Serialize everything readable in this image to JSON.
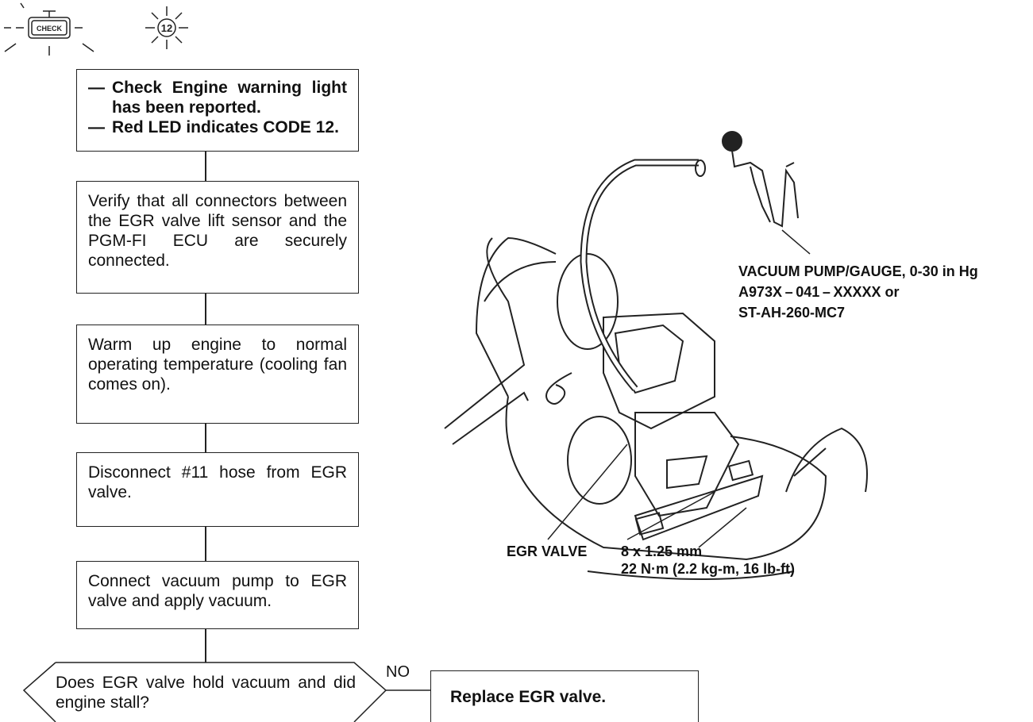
{
  "header": {
    "check_icon_text": "CHECK",
    "code_badge": "12"
  },
  "flow": {
    "step1": {
      "line1": "Check Engine warning light has been reported.",
      "line2": "Red LED indicates CODE 12."
    },
    "step2": "Verify that all connectors between the EGR valve lift sensor and the PGM-FI ECU are securely connected.",
    "step3": "Warm up engine to normal operating temperature (cooling fan comes on).",
    "step4": "Disconnect #11 hose from EGR valve.",
    "step5": "Connect vacuum pump to EGR valve and apply vacuum.",
    "decision": "Does EGR valve hold vacuum and did engine stall?",
    "no_label": "NO",
    "no_action": "Replace EGR valve."
  },
  "illustration": {
    "pump_label_1": "VACUUM PUMP/GAUGE, 0-30 in Hg",
    "pump_label_2": "A973X – 041 – XXXXX or",
    "pump_label_3": "ST-AH-260-MC7",
    "valve_label": "EGR VALVE",
    "bolt_label_1": "8 x 1.25 mm",
    "bolt_label_2": "22 N·m (2.2 kg-m, 16 lb-ft)"
  }
}
